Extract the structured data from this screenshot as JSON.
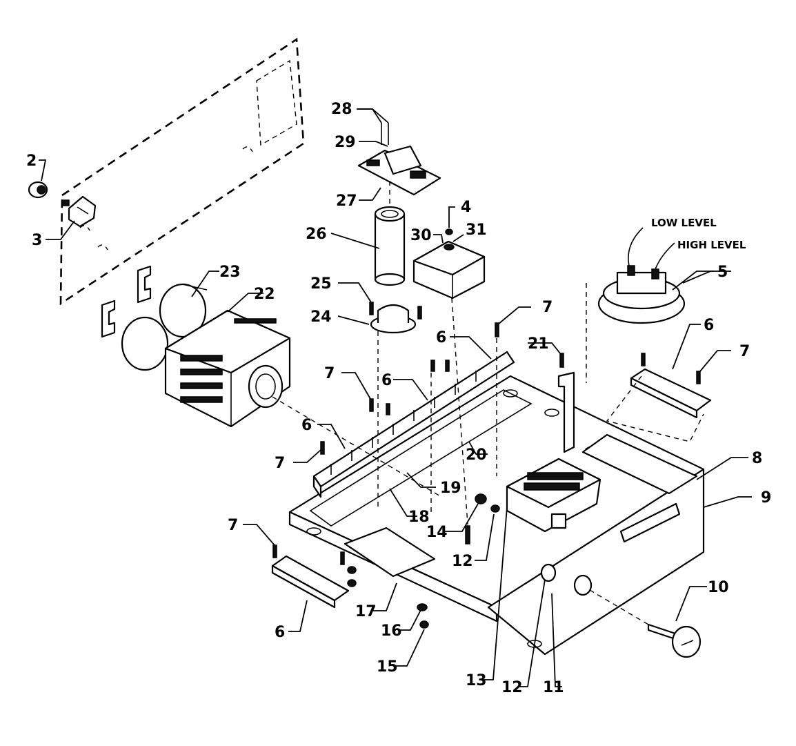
{
  "annotations": {
    "low_level": "LOW LEVEL",
    "high_level": "HIGH LEVEL"
  },
  "callouts": {
    "c2": "2",
    "c3": "3",
    "c4": "4",
    "c5": "5",
    "c6a": "6",
    "c6b": "6",
    "c6c": "6",
    "c6d": "6",
    "c6e": "6",
    "c7a": "7",
    "c7b": "7",
    "c7c": "7",
    "c7d": "7",
    "c7e": "7",
    "c8": "8",
    "c9": "9",
    "c10": "10",
    "c11": "11",
    "c12a": "12",
    "c12b": "12",
    "c13": "13",
    "c14": "14",
    "c15": "15",
    "c16": "16",
    "c17": "17",
    "c18": "18",
    "c19": "19",
    "c20": "20",
    "c21": "21",
    "c22": "22",
    "c23": "23",
    "c24": "24",
    "c25": "25",
    "c26": "26",
    "c27": "27",
    "c28": "28",
    "c29": "29",
    "c30": "30",
    "c31": "31"
  }
}
